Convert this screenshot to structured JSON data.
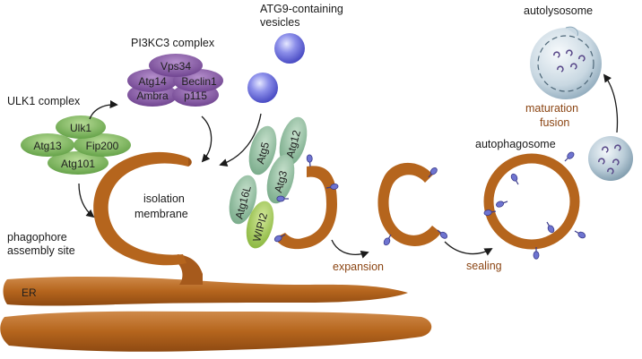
{
  "labels": {
    "ulk1_complex": "ULK1 complex",
    "pi3kc3_complex": "PI3KC3 complex",
    "atg9_line1": "ATG9-containing",
    "atg9_line2": "vesicles",
    "isolation_line1": "isolation",
    "isolation_line2": "membrane",
    "phagophore_line1": "phagophore",
    "phagophore_line2": "assembly site",
    "er": "ER",
    "expansion": "expansion",
    "sealing": "sealing",
    "autophagosome": "autophagosome",
    "maturation_line1": "maturation",
    "maturation_line2": "fusion",
    "autolysosome": "autolysosome"
  },
  "ulk1_proteins": [
    "Ulk1",
    "Atg13",
    "Fip200",
    "Atg101"
  ],
  "pi3kc3_proteins": [
    "Vps34",
    "Atg14",
    "Beclin1",
    "Ambra",
    "p115"
  ],
  "atg_proteins": [
    "Atg5",
    "Atg12",
    "Atg3",
    "Atg16L",
    "WIPI2"
  ],
  "colors": {
    "membrane_brown": "#b5651d",
    "label_brown": "#8b4513",
    "ulk1_green": "#7fba5c",
    "pi3kc3_purple": "#8a5aa8",
    "atg_teal": "#93bfa2",
    "wipi2_green": "#a6cc5a",
    "vesicle_blue": "#7b7ee0",
    "lysosome_blue": "#8ea9bb"
  }
}
